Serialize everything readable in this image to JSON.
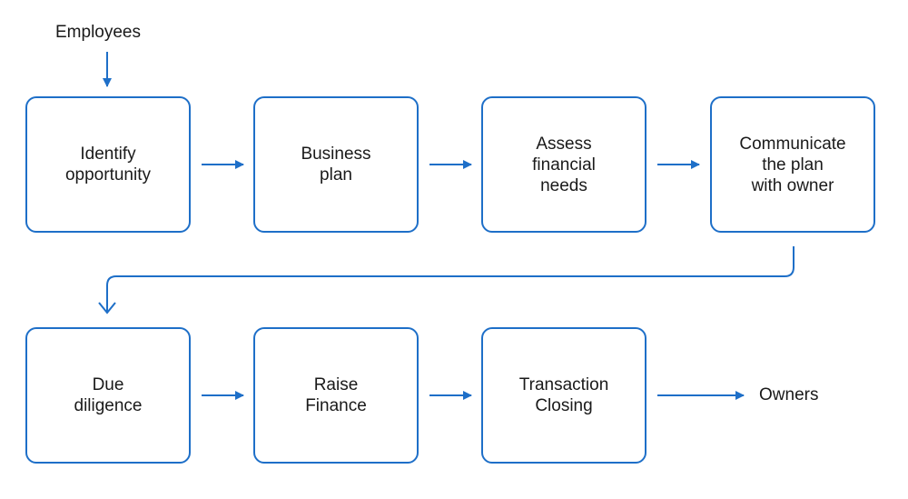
{
  "diagram": {
    "accent_color": "#1e6fc8",
    "start_label": "Employees",
    "end_label": "Owners",
    "steps": [
      {
        "label": "Identify\nopportunity"
      },
      {
        "label": "Business\nplan"
      },
      {
        "label": "Assess\nfinancial\nneeds"
      },
      {
        "label": "Communicate\nthe plan\nwith owner"
      },
      {
        "label": "Due\ndiligence"
      },
      {
        "label": "Raise\nFinance"
      },
      {
        "label": "Transaction\nClosing"
      }
    ]
  }
}
